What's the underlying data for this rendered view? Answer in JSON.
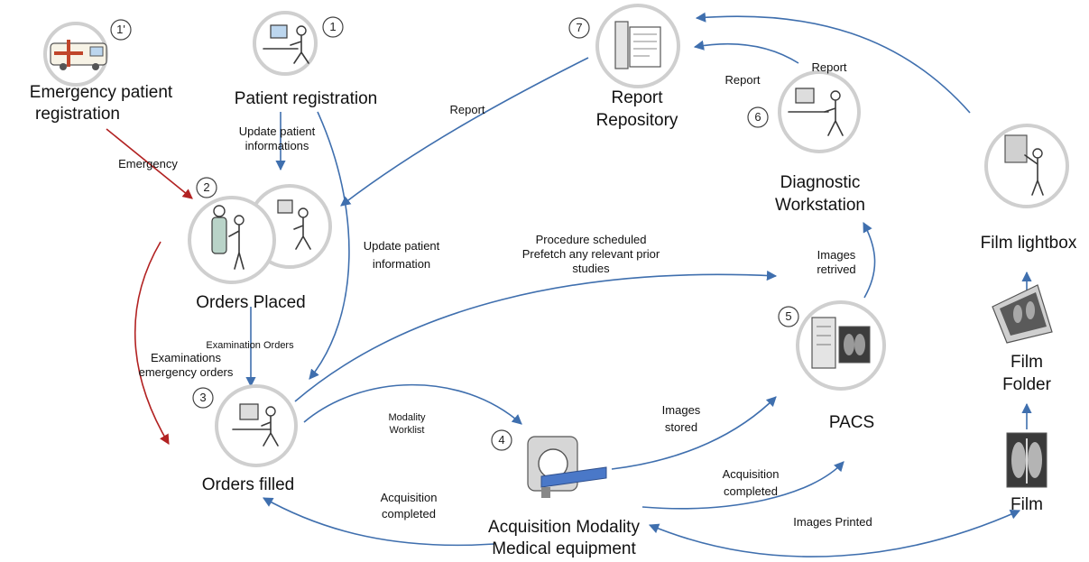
{
  "colors": {
    "blue_arrow": "#3f6fae",
    "red_arrow": "#b22222",
    "node_ring": "#cfcfcf"
  },
  "nodes": {
    "emergency_registration": {
      "number": "1'",
      "line1": "Emergency patient",
      "line2": "registration",
      "icon": "ambulance-icon"
    },
    "patient_registration": {
      "number": "1",
      "label": "Patient registration",
      "icon": "clerk-at-computer-icon"
    },
    "orders_placed": {
      "number": "2",
      "label": "Orders Placed",
      "icon": "doctor-and-patient-icon"
    },
    "orders_filled": {
      "number": "3",
      "label": "Orders filled",
      "icon": "operator-at-computer-icon"
    },
    "acquisition_modality": {
      "number": "4",
      "line1": "Acquisition Modality",
      "line2": "Medical equipment",
      "icon": "ct-scanner-icon"
    },
    "pacs": {
      "number": "5",
      "label": "PACS",
      "icon": "server-and-xray-icon"
    },
    "diagnostic_workstation": {
      "number": "6",
      "line1": "Diagnostic",
      "line2": "Workstation",
      "icon": "radiologist-at-workstation-icon"
    },
    "report_repository": {
      "number": "7",
      "line1": "Report",
      "line2": "Repository",
      "icon": "report-database-icon"
    },
    "film_lightbox": {
      "label": "Film lightbox",
      "icon": "person-at-lightbox-icon"
    },
    "film_folder": {
      "line1": "Film",
      "line2": "Folder",
      "icon": "film-folder-icon"
    },
    "film": {
      "label": "Film",
      "icon": "chest-xray-film-icon"
    }
  },
  "edges": {
    "emergency": "Emergency",
    "update_patient_informations": [
      "Update patient",
      "informations"
    ],
    "update_patient_information": [
      "Update patient",
      "information"
    ],
    "report_to_orders": "Report",
    "report_ws_to_repo": "Report",
    "report_ws_to_lightbox": "Report",
    "examination_orders": "Examination Orders",
    "examinations_emergency": [
      "Examinations",
      "emergency orders"
    ],
    "procedure_scheduled": [
      "Procedure scheduled",
      "Prefetch any relevant prior",
      "studies"
    ],
    "images_retrived": [
      "Images",
      "retrived"
    ],
    "modality_worklist": [
      "Modality",
      "Worklist"
    ],
    "images_stored": [
      "Images",
      "stored"
    ],
    "acquisition_completed_pacs": [
      "Acquisition",
      "completed"
    ],
    "acquisition_completed_orders": [
      "Acquisition",
      "completed"
    ],
    "images_printed": "Images Printed"
  }
}
